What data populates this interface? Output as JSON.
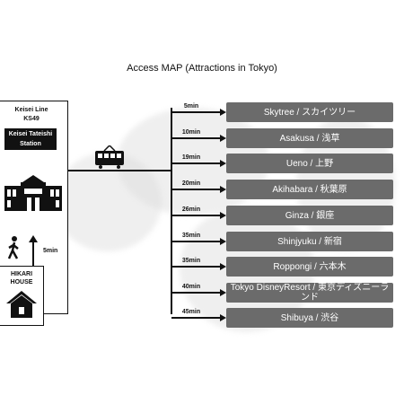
{
  "title": "Access MAP  (Attractions in Tokyo)",
  "station": {
    "line": "Keisei Line",
    "code": "KS49",
    "name_line1": "Keisei Tateishi",
    "name_line2": "Station"
  },
  "house": {
    "line1": "HIKARI",
    "line2": "HOUSE",
    "walk_time": "5min"
  },
  "destinations": [
    {
      "time": "5min",
      "name": "Skytree / スカイツリー"
    },
    {
      "time": "10min",
      "name": "Asakusa / 浅草"
    },
    {
      "time": "19min",
      "name": "Ueno / 上野"
    },
    {
      "time": "20min",
      "name": "Akihabara / 秋葉原"
    },
    {
      "time": "26min",
      "name": "Ginza / 銀座"
    },
    {
      "time": "35min",
      "name": "Shinjyuku / 新宿"
    },
    {
      "time": "35min",
      "name": "Roppongi / 六本木"
    },
    {
      "time": "40min",
      "name": "Tokyo DisneyResort / 東京ディズニーランド"
    },
    {
      "time": "45min",
      "name": "Shibuya / 渋谷"
    }
  ],
  "colors": {
    "box": "#6b6b6b",
    "line": "#111111"
  }
}
